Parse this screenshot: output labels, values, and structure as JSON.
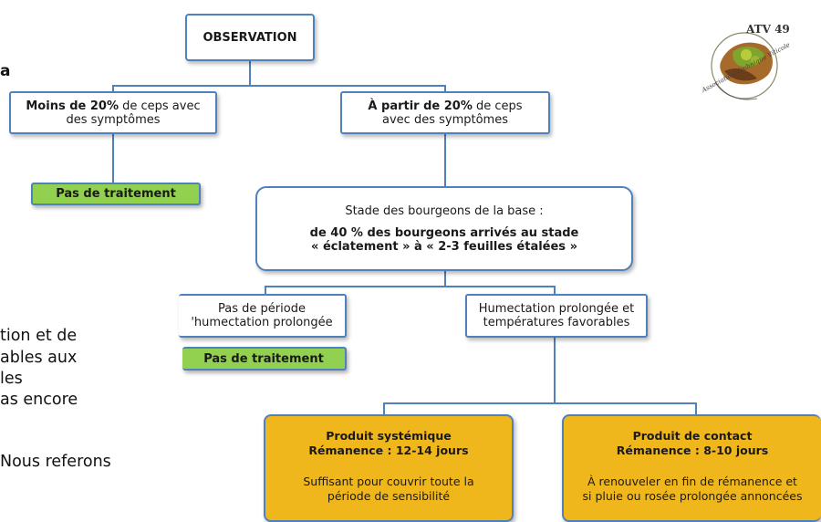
{
  "background_text": {
    "top_fragment": "a",
    "lines": [
      "tion et de",
      "ables aux",
      "les",
      "as encore",
      "Nous referons"
    ]
  },
  "logo": {
    "title": "ATV 49",
    "subtitle": "Association Technique Viticole"
  },
  "nodes": {
    "observation": "OBSERVATION",
    "less_20": {
      "bold": "Moins de 20%",
      "rest1": " de ceps avec",
      "rest2": "des symptômes"
    },
    "from_20": {
      "bold": "À partir de 20%",
      "rest1": " de ceps",
      "rest2": "avec des symptômes"
    },
    "no_treatment_1": "Pas de traitement",
    "stage": {
      "line1": "Stade des bourgeons de la base :",
      "line2": "de 40 % des bourgeons arrivés au stade",
      "line3": "« éclatement » à « 2-3 feuilles étalées »"
    },
    "no_humid": {
      "line1": "Pas de période",
      "line2": "'humectation prolongée"
    },
    "humid": {
      "line1": "Humectation prolongée et",
      "line2": "températures favorables"
    },
    "no_treatment_2": "Pas de traitement",
    "systemic": {
      "title1": "Produit systémique",
      "title2": "Rémanence : 12-14 jours",
      "desc1": "Suffisant pour couvrir toute la",
      "desc2": "période de sensibilité"
    },
    "contact": {
      "title1": "Produit de contact",
      "title2": "Rémanence : 8-10 jours",
      "desc1": "À renouveler en fin de rémanence et",
      "desc2": "si pluie  ou rosée prolongée annoncées"
    }
  },
  "colors": {
    "line": "#4f81bd",
    "green": "#92d050",
    "gold": "#f0b71d"
  }
}
